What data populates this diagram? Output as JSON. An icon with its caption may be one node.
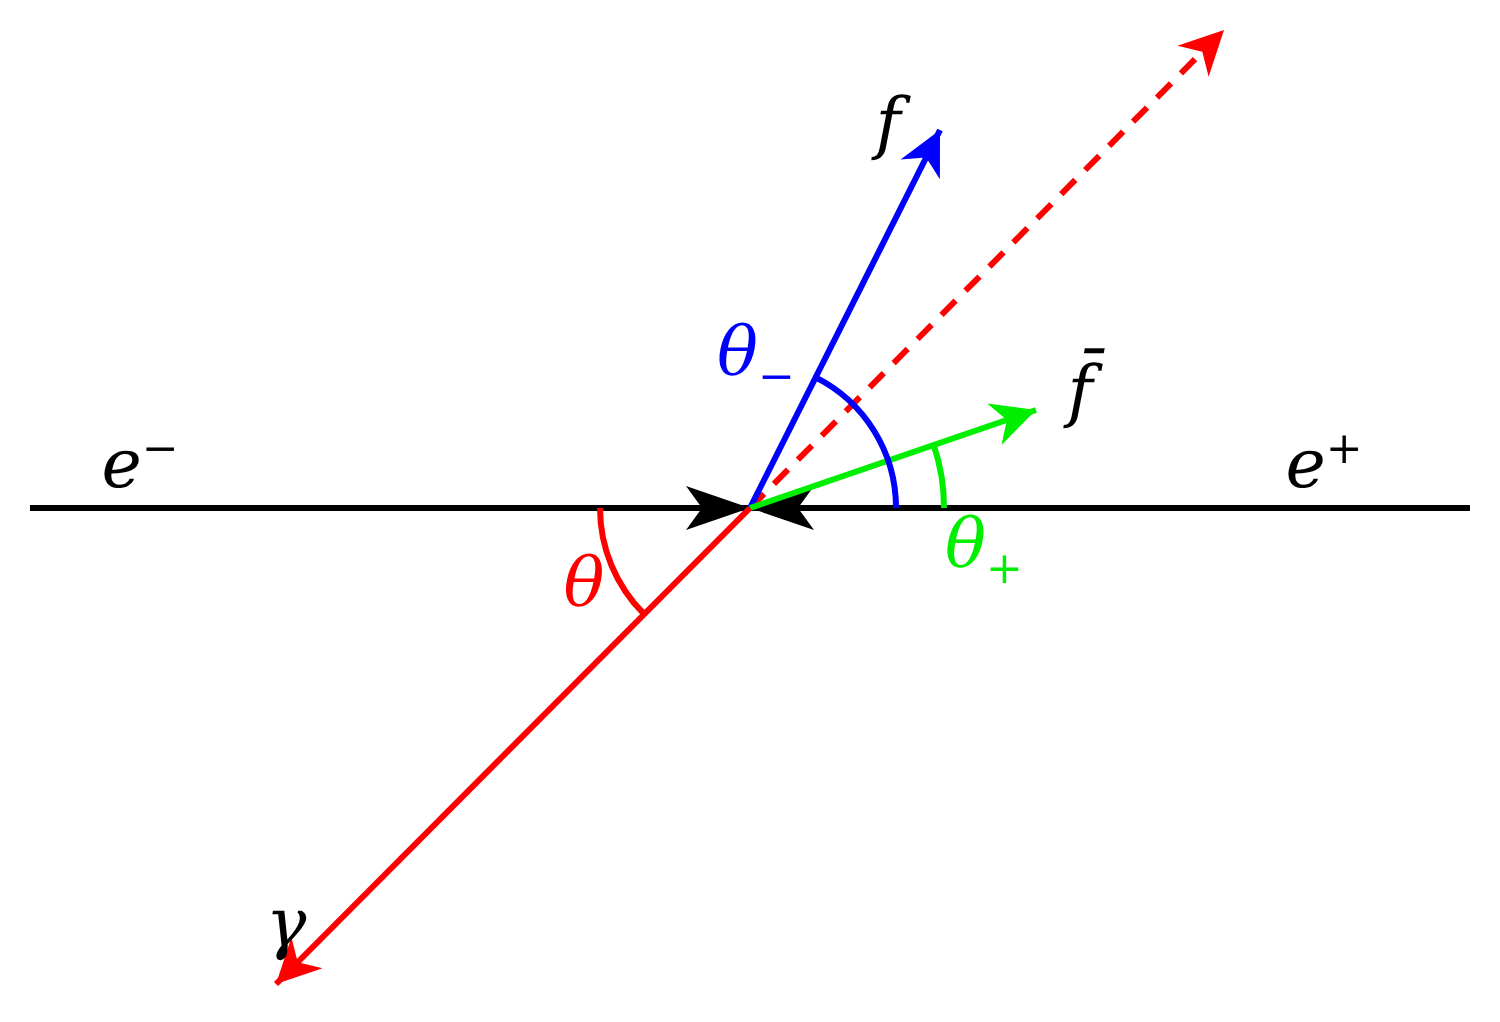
{
  "diagram": {
    "labels": [
      "e$^{−}$",
      "e$^{+}$",
      "f",
      "f̄",
      "γ",
      "θ$_{−}$",
      "θ$_{+}$",
      "θ"
    ]
  }
}
